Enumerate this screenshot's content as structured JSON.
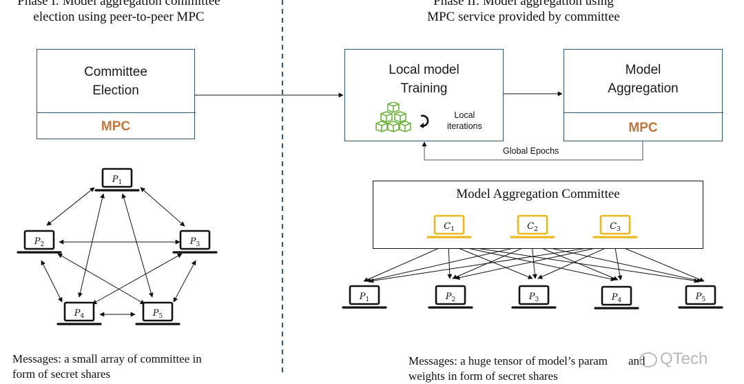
{
  "phase1": {
    "title_line1": "Phase I: Model aggregation committee",
    "title_line2": "election using peer-to-peer MPC",
    "box_label_line1": "Committee",
    "box_label_line2": "Election",
    "mpc": "MPC",
    "parties": [
      {
        "letter": "P",
        "sub": "1"
      },
      {
        "letter": "P",
        "sub": "2"
      },
      {
        "letter": "P",
        "sub": "3"
      },
      {
        "letter": "P",
        "sub": "4"
      },
      {
        "letter": "P",
        "sub": "5"
      }
    ],
    "message_line1": "Messages: a small array of committee in",
    "message_line2": "form of secret shares"
  },
  "phase2": {
    "title_line1": "Phase II: Model aggregation using",
    "title_line2": "MPC service provided by committee",
    "training_label_line1": "Local model",
    "training_label_line2": "Training",
    "local_iter_line1": "Local",
    "local_iter_line2": "iterations",
    "aggregation_label_line1": "Model",
    "aggregation_label_line2": "Aggregation",
    "mpc": "MPC",
    "global_epochs": "Global Epochs",
    "committee_title": "Model Aggregation Committee",
    "committee_members": [
      {
        "letter": "C",
        "sub": "1"
      },
      {
        "letter": "C",
        "sub": "2"
      },
      {
        "letter": "C",
        "sub": "3"
      }
    ],
    "parties": [
      {
        "letter": "P",
        "sub": "1"
      },
      {
        "letter": "P",
        "sub": "2"
      },
      {
        "letter": "P",
        "sub": "3"
      },
      {
        "letter": "P",
        "sub": "4"
      },
      {
        "letter": "P",
        "sub": "5"
      }
    ],
    "message_line1": "Messages: a huge tensor of model’s param",
    "message_line1_end": "and",
    "message_line2": "weights in form of secret shares"
  },
  "watermark": "QTech",
  "colors": {
    "box_border": "#2f5573",
    "mpc_text": "#c0753a",
    "divider": "#2f5573",
    "committee_laptop": "#e8b81e",
    "cube_green": "#6db33f"
  },
  "icons": {
    "party": "laptop-icon",
    "committee": "laptop-icon",
    "training": "cubes-icon",
    "iteration": "loop-arrow-icon"
  }
}
